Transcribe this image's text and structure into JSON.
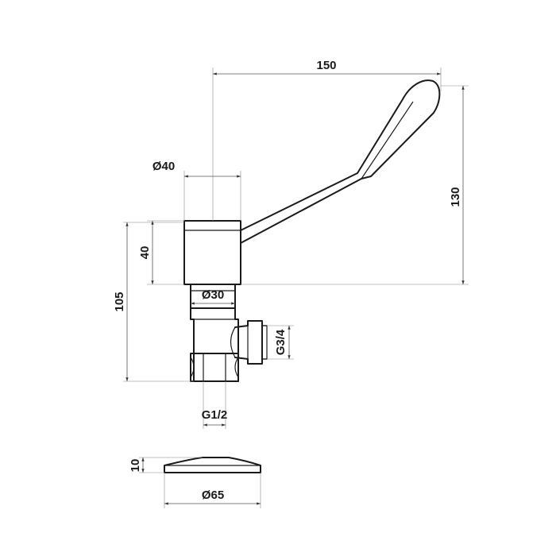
{
  "dimensions": {
    "handle_length": "150",
    "handle_height": "130",
    "body_diameter": "Ø40",
    "body_height": "40",
    "stem_diameter": "Ø30",
    "total_height": "105",
    "outlet_thread": "G3/4",
    "inlet_thread": "G1/2",
    "rosette_height": "10",
    "rosette_diameter": "Ø65"
  },
  "colors": {
    "outline": "#1a1a1a",
    "dimension_line": "#555555",
    "background": "#ffffff"
  }
}
